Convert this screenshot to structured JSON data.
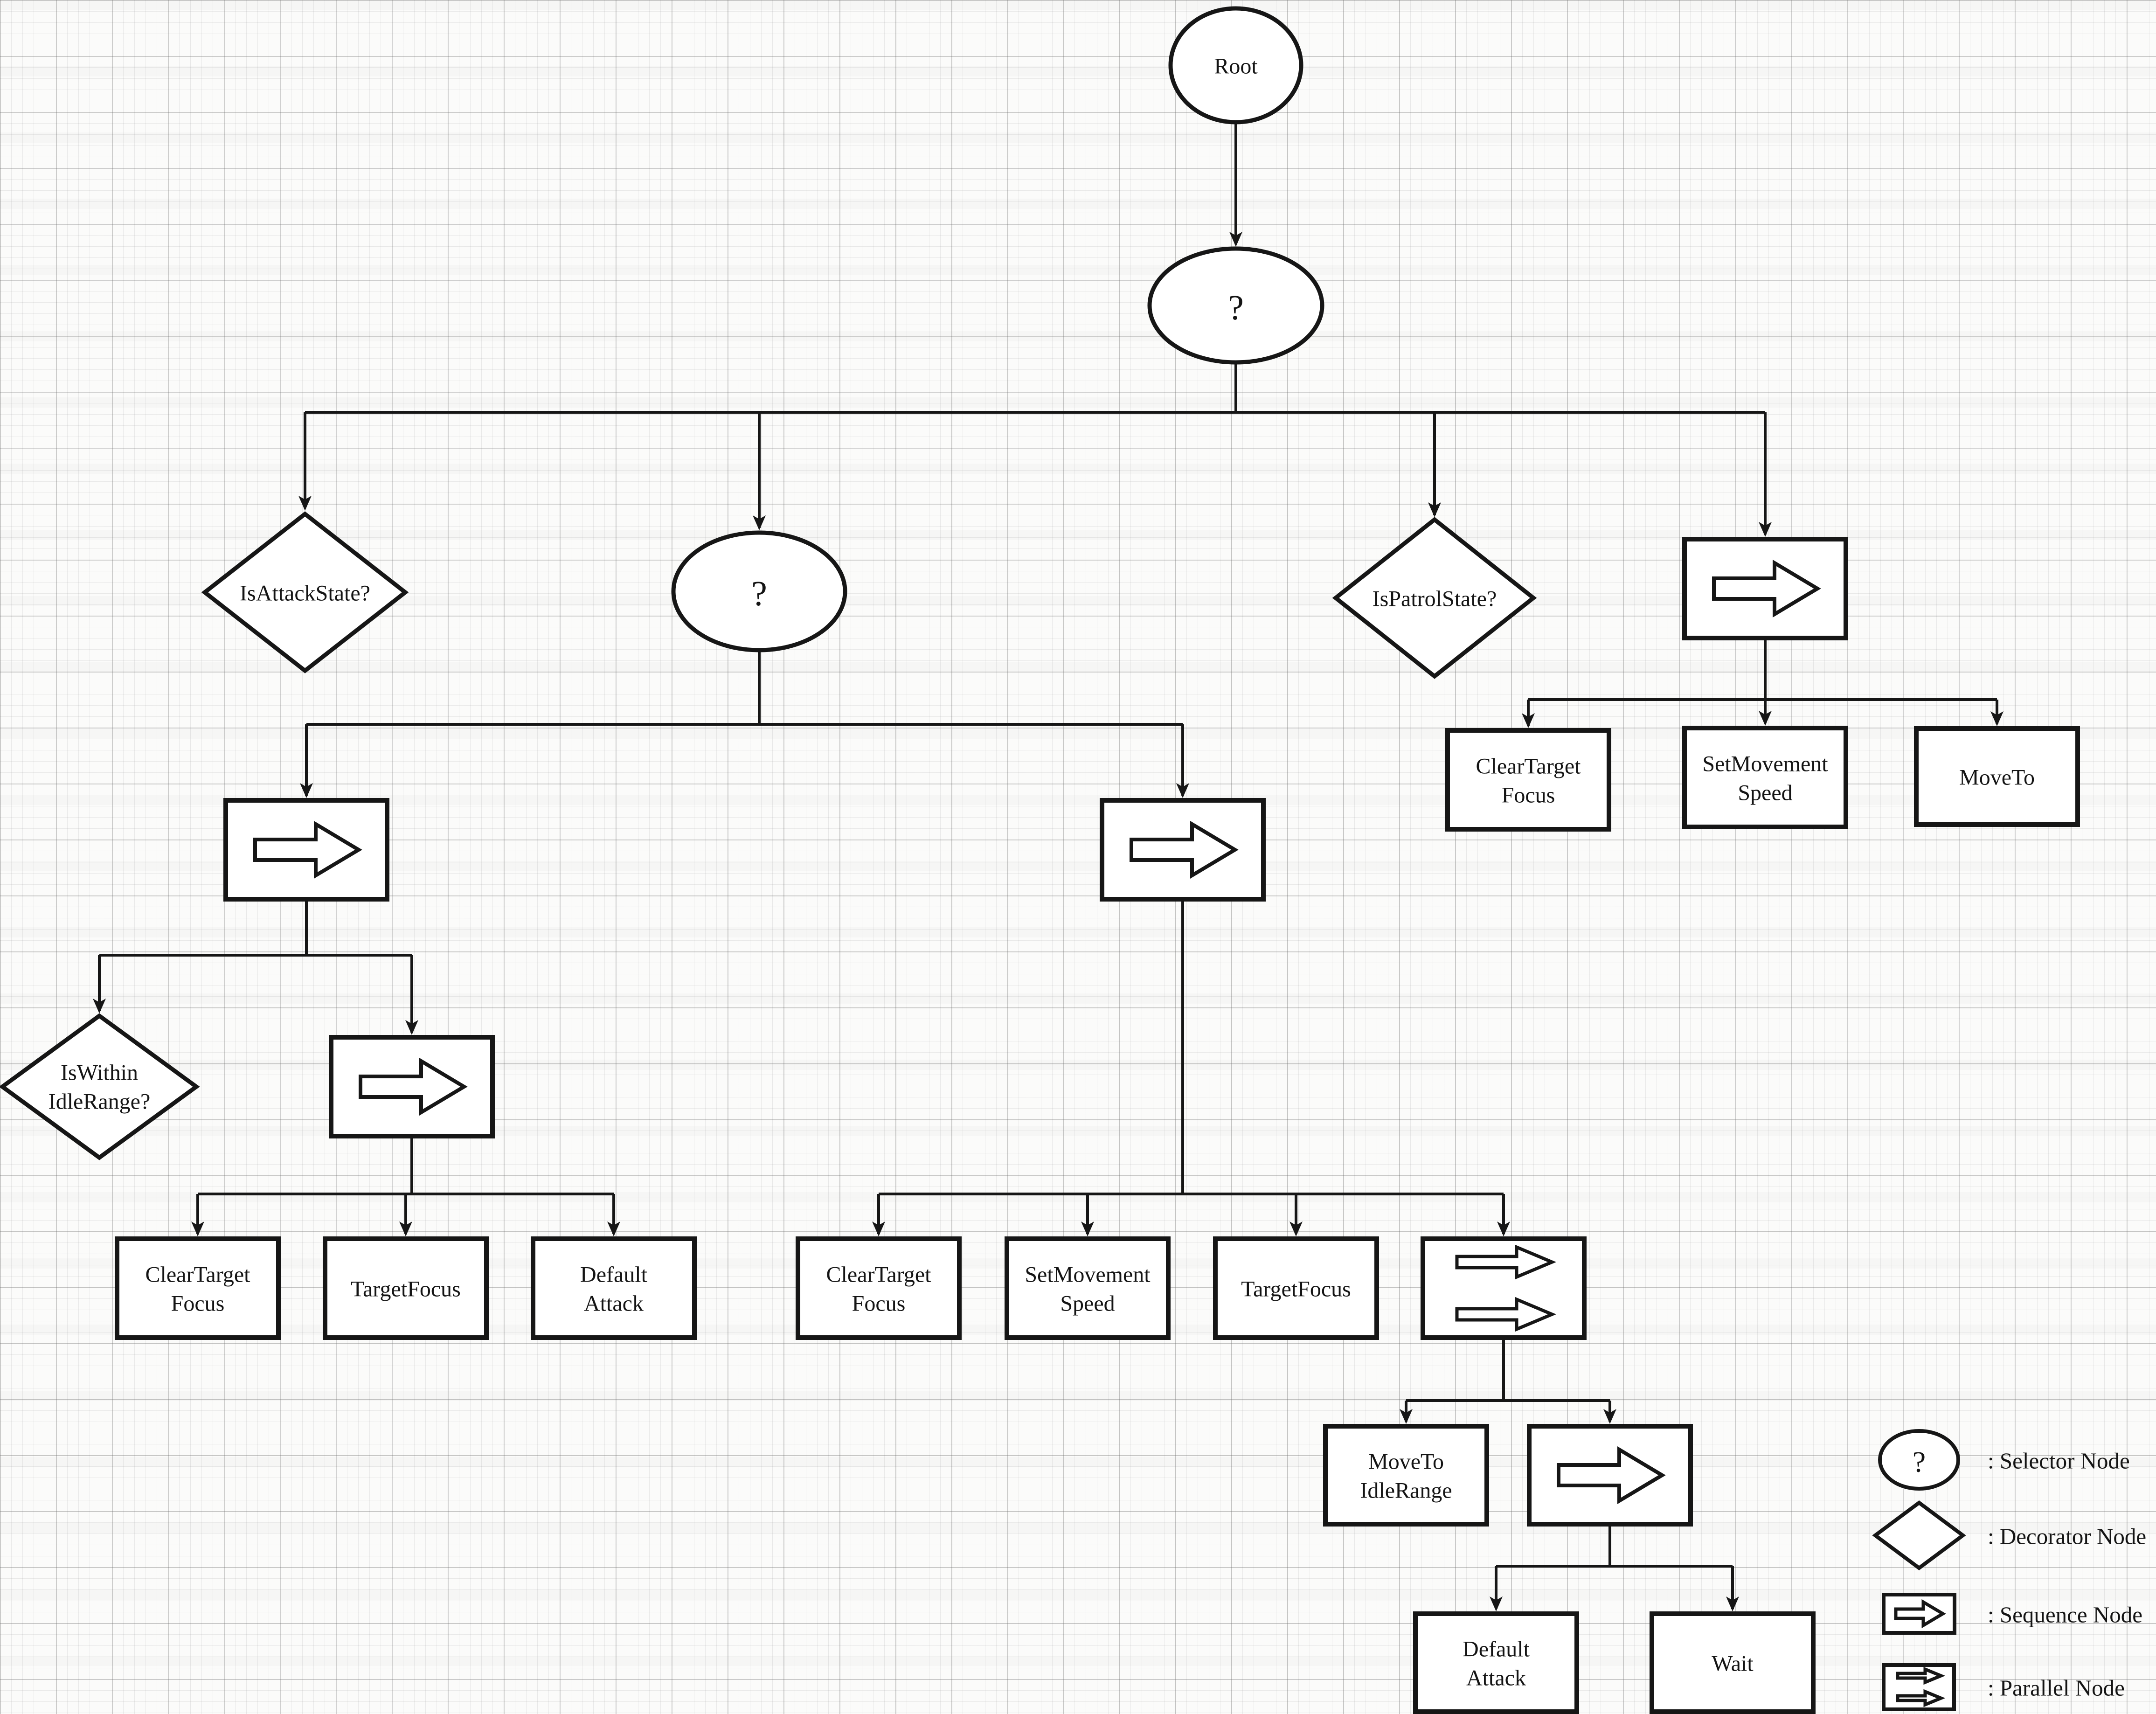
{
  "diagram": {
    "kind": "behavior-tree",
    "nodes": {
      "root": {
        "label": "Root",
        "type": "root"
      },
      "main_selector": {
        "symbol": "?",
        "type": "selector"
      },
      "attack_decorator": {
        "label": "IsAttackState?",
        "type": "decorator"
      },
      "sub_selector": {
        "symbol": "?",
        "type": "selector"
      },
      "patrol_decorator": {
        "label": "IsPatrolState?",
        "type": "decorator"
      },
      "patrol_sequence": {
        "type": "sequence"
      },
      "patrol_clear_target": {
        "line1": "ClearTarget",
        "line2": "Focus",
        "type": "action"
      },
      "patrol_set_speed": {
        "line1": "SetMovement",
        "line2": "Speed",
        "type": "action"
      },
      "patrol_move_to": {
        "label": "MoveTo",
        "type": "action"
      },
      "attack_sequence": {
        "type": "sequence"
      },
      "mid_sequence": {
        "type": "sequence"
      },
      "within_idle_decorator": {
        "line1": "IsWithin",
        "line2": "IdleRange?",
        "type": "decorator"
      },
      "attack_sub_sequence": {
        "type": "sequence"
      },
      "attack_clear_target": {
        "line1": "ClearTarget",
        "line2": "Focus",
        "type": "action"
      },
      "attack_target_focus": {
        "label": "TargetFocus",
        "type": "action"
      },
      "attack_default_attack": {
        "line1": "Default",
        "line2": "Attack",
        "type": "action"
      },
      "mid_clear_target": {
        "line1": "ClearTarget",
        "line2": "Focus",
        "type": "action"
      },
      "mid_set_speed": {
        "line1": "SetMovement",
        "line2": "Speed",
        "type": "action"
      },
      "mid_target_focus": {
        "label": "TargetFocus",
        "type": "action"
      },
      "mid_parallel": {
        "type": "parallel"
      },
      "move_to_idle_range": {
        "line1": "MoveTo",
        "line2": "IdleRange",
        "type": "action"
      },
      "bottom_sequence": {
        "type": "sequence"
      },
      "bottom_default_attack": {
        "line1": "Default",
        "line2": "Attack",
        "type": "action"
      },
      "wait": {
        "label": "Wait",
        "type": "action"
      }
    },
    "legend": {
      "selector": {
        "symbol": "?",
        "label": ": Selector Node"
      },
      "decorator": {
        "label": ": Decorator Node"
      },
      "sequence": {
        "label": ": Sequence Node"
      },
      "parallel": {
        "label": ": Parallel Node"
      }
    }
  }
}
